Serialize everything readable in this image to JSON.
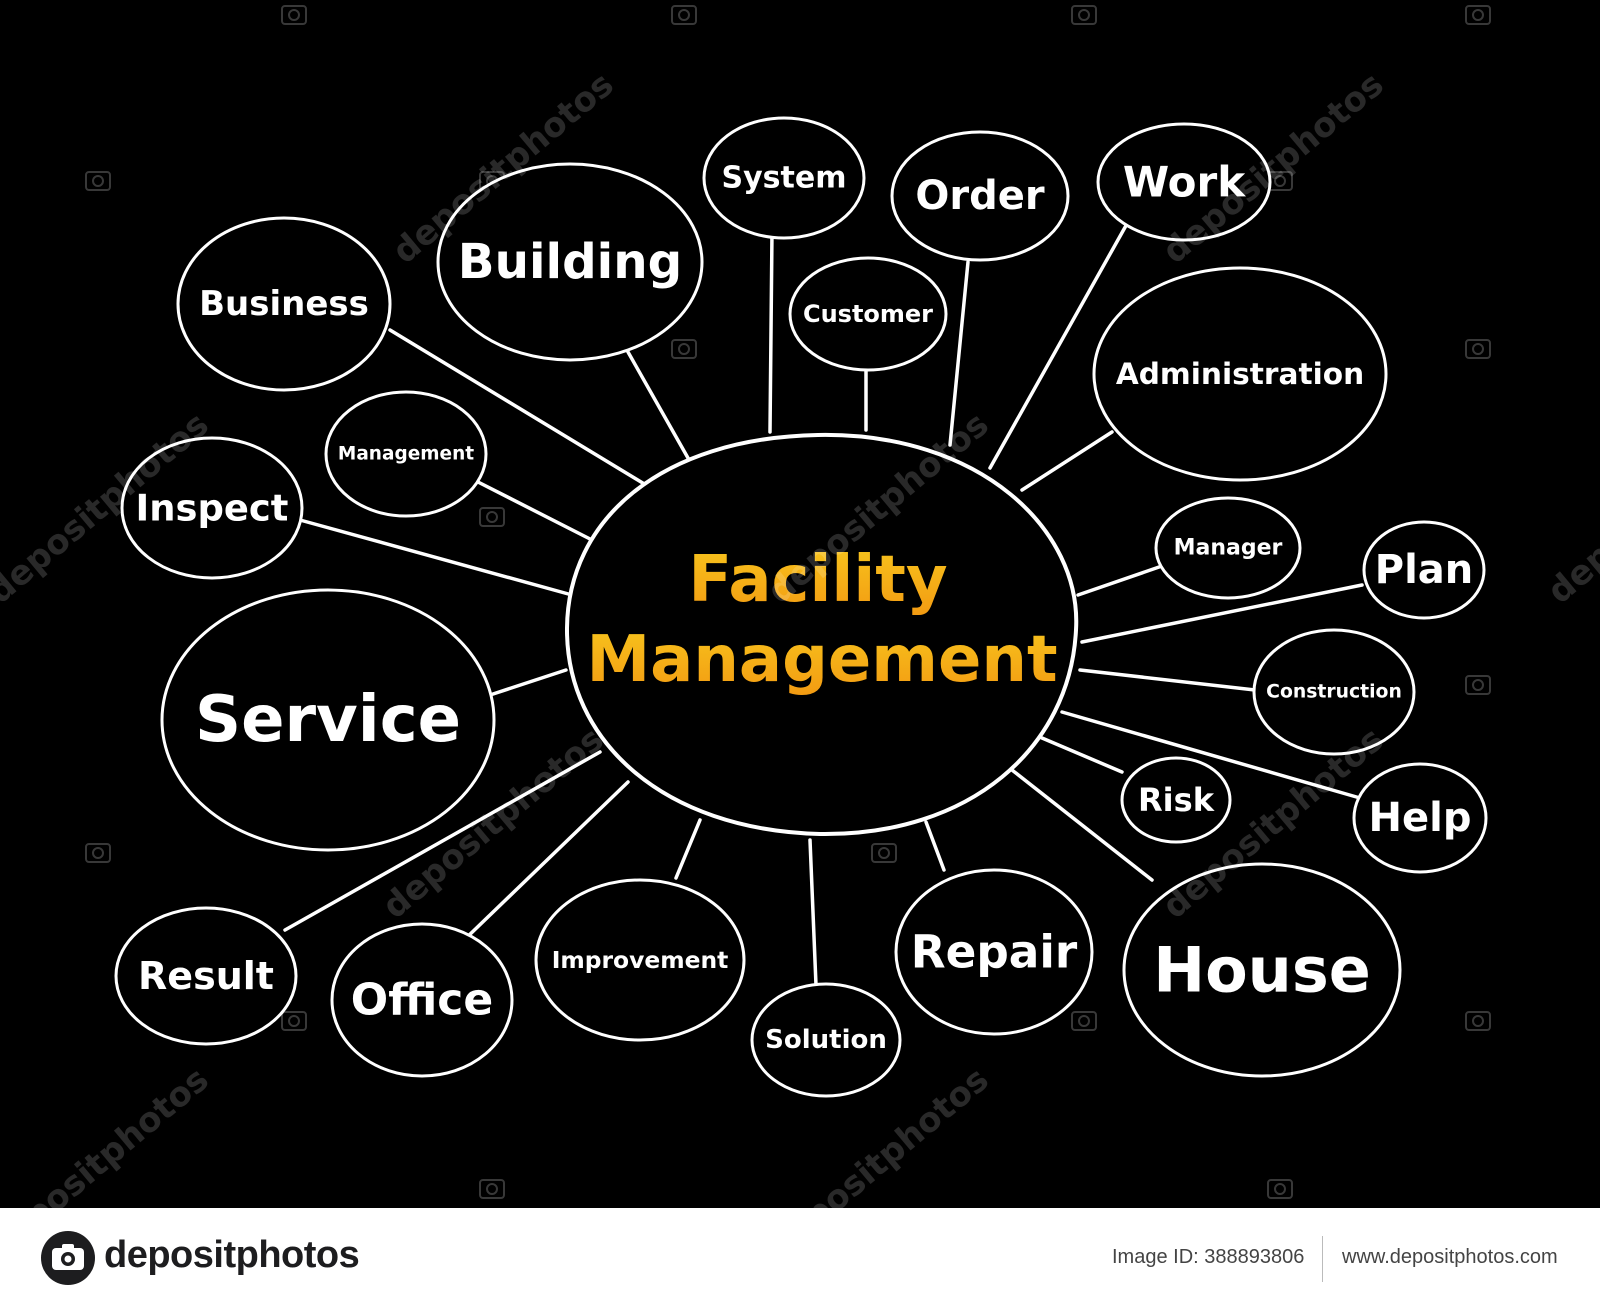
{
  "diagram": {
    "center": {
      "line1": "Facility",
      "line2": "Management"
    },
    "nodes": [
      {
        "id": "system",
        "label": "System"
      },
      {
        "id": "order",
        "label": "Order"
      },
      {
        "id": "work",
        "label": "Work"
      },
      {
        "id": "building",
        "label": "Building"
      },
      {
        "id": "business",
        "label": "Business"
      },
      {
        "id": "customer",
        "label": "Customer"
      },
      {
        "id": "administration",
        "label": "Administration"
      },
      {
        "id": "management",
        "label": "Management"
      },
      {
        "id": "inspect",
        "label": "Inspect"
      },
      {
        "id": "manager",
        "label": "Manager"
      },
      {
        "id": "plan",
        "label": "Plan"
      },
      {
        "id": "service",
        "label": "Service"
      },
      {
        "id": "construction",
        "label": "Construction"
      },
      {
        "id": "risk",
        "label": "Risk"
      },
      {
        "id": "help",
        "label": "Help"
      },
      {
        "id": "result",
        "label": "Result"
      },
      {
        "id": "office",
        "label": "Office"
      },
      {
        "id": "improvement",
        "label": "Improvement"
      },
      {
        "id": "repair",
        "label": "Repair"
      },
      {
        "id": "house",
        "label": "House"
      },
      {
        "id": "solution",
        "label": "Solution"
      }
    ],
    "colors": {
      "background": "#000000",
      "stroke": "#ffffff",
      "label": "#ffffff",
      "center_top": "#f7c51d",
      "center_bottom": "#f39a12"
    },
    "watermark": "depositphotos"
  },
  "footer": {
    "brand": "depositphotos",
    "image_id": "Image ID: 388893806",
    "site_url": "www.depositphotos.com",
    "logo_icon": "camera-icon"
  }
}
